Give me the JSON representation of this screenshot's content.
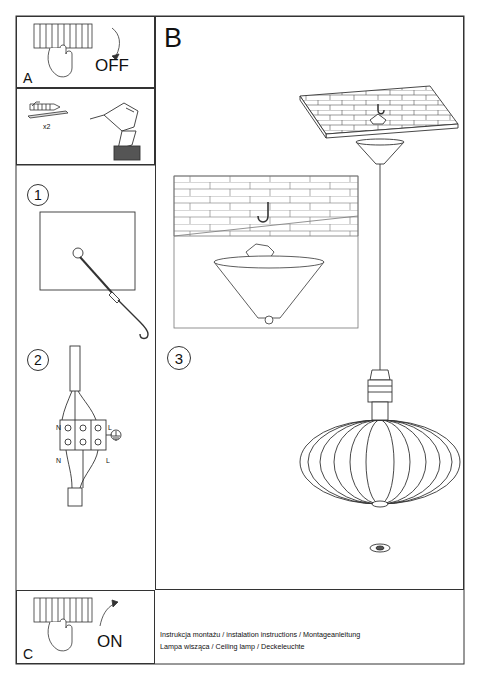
{
  "diagram": {
    "nodes": [
      {
        "text": [
          "A",
          "OFF"
        ]
      },
      {
        "text": [
          "x2"
        ]
      },
      {
        "text": [
          "1"
        ]
      },
      {
        "text": [
          "2"
        ]
      },
      {
        "text": [
          "C",
          "ON"
        ]
      },
      {
        "text": [
          "B"
        ]
      },
      {
        "text": [
          "3"
        ],
        "in": 5
      }
    ],
    "labels": [
      "N",
      "L",
      "N",
      "L",
      "Instrukcja montażu / instalation instructions / Montageanleitung",
      "Lampa wisząca / Ceiling lamp / Deckeleuchte"
    ]
  }
}
